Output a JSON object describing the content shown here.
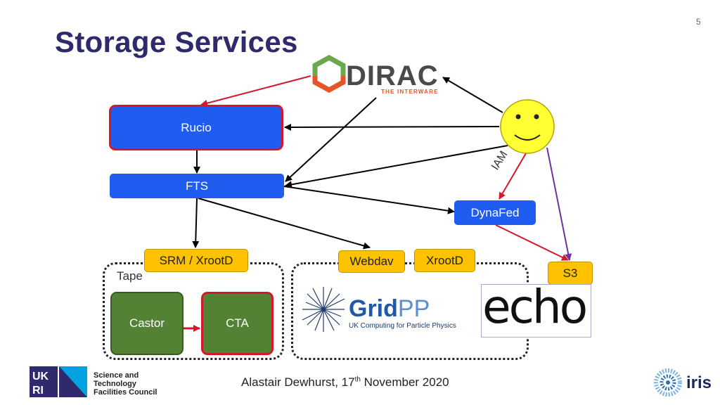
{
  "slide": {
    "title": "Storage Services",
    "number": "5"
  },
  "logos": {
    "dirac_name": "DIRAC",
    "dirac_tagline": "THE INTERWARE",
    "gridpp_name_bold": "Grid",
    "gridpp_name_light": "PP",
    "gridpp_tagline": "UK Computing for Particle Physics",
    "echo": "echo",
    "ukri_org": "Science and\nTechnology\nFacilities Council",
    "iris": "iris"
  },
  "nodes": {
    "rucio": "Rucio",
    "fts": "FTS",
    "dynafed": "DynaFed",
    "srm_xrootd": "SRM / XrootD",
    "webdav": "Webdav",
    "xrootd": "XrootD",
    "s3": "S3",
    "castor": "Castor",
    "cta": "CTA"
  },
  "labels": {
    "tape": "Tape",
    "iam": "IAM"
  },
  "footer": {
    "author_date_prefix": "Alastair Dewhurst, 17",
    "superscript": "th",
    "date_suffix": " November 2020"
  },
  "colors": {
    "title": "#2e2a6b",
    "node_blue": "#1f5cf0",
    "node_yellow": "#ffc200",
    "node_green": "#548235",
    "accent_red": "#d4182c",
    "arrow_black": "#000000",
    "arrow_purple": "#7030a0",
    "smiley": "#ffff33"
  }
}
